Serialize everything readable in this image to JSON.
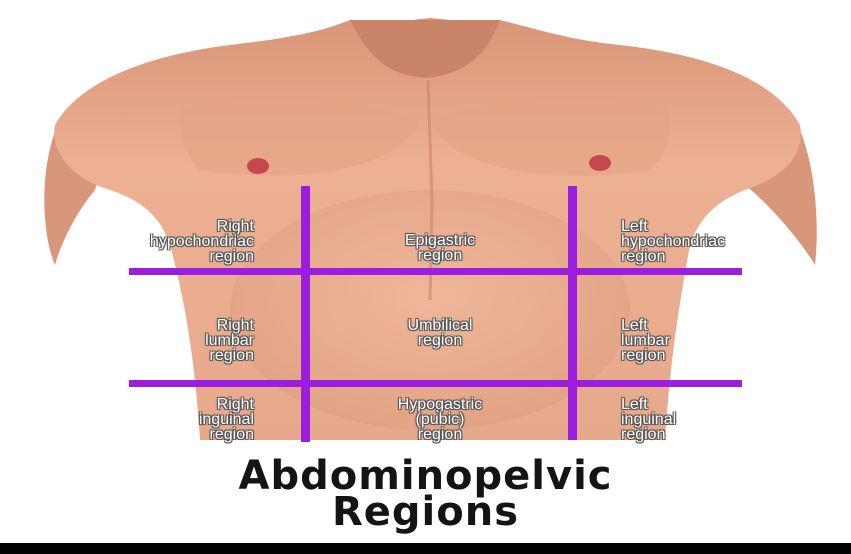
{
  "title": "Abdominopelvic\nRegions",
  "colors": {
    "grid_lines": "#9b1de0",
    "skin": "#e9a98c",
    "skin_shadow": "#c98566",
    "nipple": "#c7474f",
    "title_text": "#141414",
    "background": "#ffffff",
    "bottom_bar": "#000000"
  },
  "regions": [
    {
      "id": "right-hypochondriac",
      "label": "Right\nhypochondriac\nregion"
    },
    {
      "id": "epigastric",
      "label": "Epigastric\nregion"
    },
    {
      "id": "left-hypochondriac",
      "label": "Left\nhypochondriac\nregion"
    },
    {
      "id": "right-lumbar",
      "label": "Right\nlumbar\nregion"
    },
    {
      "id": "umbilical",
      "label": "Umbilical\nregion"
    },
    {
      "id": "left-lumbar",
      "label": "Left\nlumbar\nregion"
    },
    {
      "id": "right-inguinal",
      "label": "Right\ninguinal\nregion"
    },
    {
      "id": "hypogastric",
      "label": "Hypogastric\n(pubic)\nregion"
    },
    {
      "id": "left-inguinal",
      "label": "Left\ninguinal\nregion"
    }
  ]
}
